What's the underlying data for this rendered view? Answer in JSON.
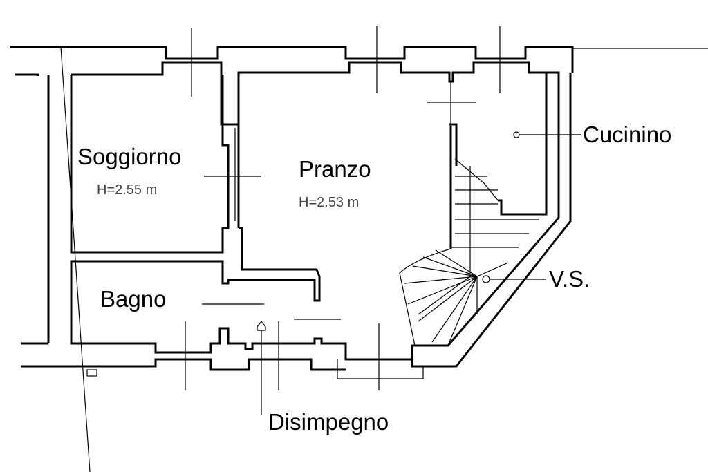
{
  "rooms": {
    "soggiorno": {
      "name": "Soggiorno",
      "height": "H=2.55 m"
    },
    "pranzo": {
      "name": "Pranzo",
      "height": "H=2.53 m"
    },
    "bagno": {
      "name": "Bagno"
    },
    "cucinino": {
      "name": "Cucinino"
    },
    "vs": {
      "name": "V.S."
    },
    "disimpegno": {
      "name": "Disimpegno"
    }
  }
}
